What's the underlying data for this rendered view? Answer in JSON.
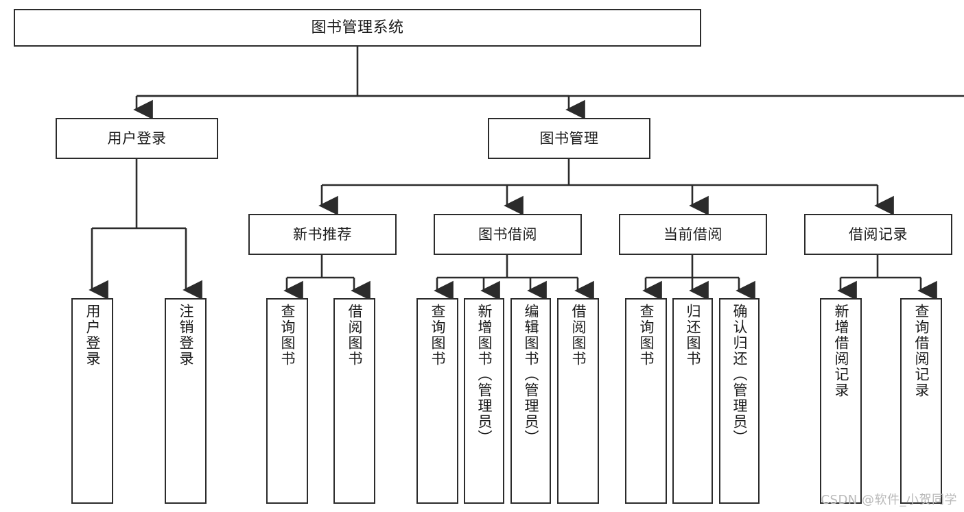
{
  "diagram": {
    "title_text": "图书管理系统",
    "type": "tree",
    "colors": {
      "background": "#ffffff",
      "box_border": "#2b2b2b",
      "box_fill": "#ffffff",
      "text": "#1a1a1a",
      "connector": "#2b2b2b",
      "watermark": "#b9b9b9"
    },
    "watermark": "CSDN @软件_小贺同学",
    "nodes": {
      "root": {
        "label": "图书管理系统"
      },
      "level2": [
        {
          "label": "用户登录"
        },
        {
          "label": "图书管理"
        }
      ],
      "level3": [
        {
          "label": "新书推荐"
        },
        {
          "label": "图书借阅"
        },
        {
          "label": "当前借阅"
        },
        {
          "label": "借阅记录"
        }
      ],
      "leaves_user_login": [
        {
          "label": "用户登录"
        },
        {
          "label": "注销登录"
        }
      ],
      "leaves_new_book": [
        {
          "label": "查询图书"
        },
        {
          "label": "借阅图书"
        }
      ],
      "leaves_borrow": [
        {
          "label": "查询图书"
        },
        {
          "label": "新增图书（管理员）"
        },
        {
          "label": "编辑图书（管理员）"
        },
        {
          "label": "借阅图书"
        }
      ],
      "leaves_current": [
        {
          "label": "查询图书"
        },
        {
          "label": "归还图书"
        },
        {
          "label": "确认归还（管理员）"
        }
      ],
      "leaves_records": [
        {
          "label": "新增借阅记录"
        },
        {
          "label": "查询借阅记录"
        }
      ]
    }
  }
}
